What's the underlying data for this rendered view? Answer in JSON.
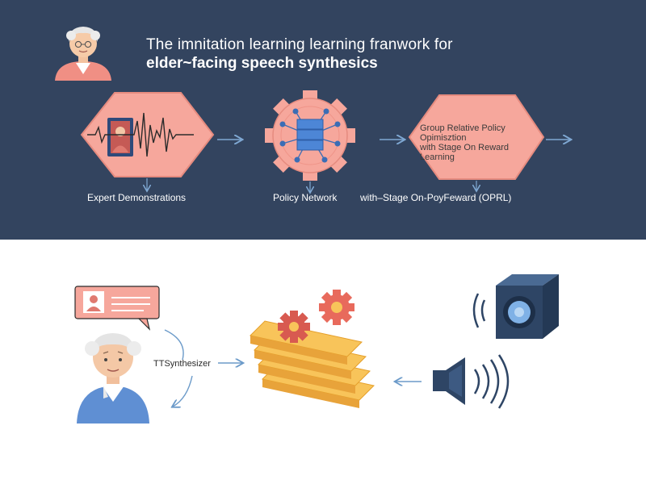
{
  "header": {
    "title_line1": "The imnitation learning learning franwork for",
    "title_line2": "elder~facing speech synthesics"
  },
  "stages": [
    {
      "label": "Expert Demonstrations"
    },
    {
      "label": "Policy Network"
    },
    {
      "label": "with–Stage On-PoyFeward (OPRL)",
      "box_lines": [
        "Group Relative Policy",
        "Opimisztion",
        "with Stage On Reward",
        "Learning"
      ]
    }
  ],
  "bottom": {
    "tts_label": "TTSynthesizer"
  },
  "colors": {
    "navy_bg": "#33445f",
    "salmon": "#f6a79c",
    "arrow_blue": "#6b9ac9",
    "gold": "#f5b945",
    "gear_red": "#e86a5c",
    "speaker_navy": "#2e4565"
  }
}
